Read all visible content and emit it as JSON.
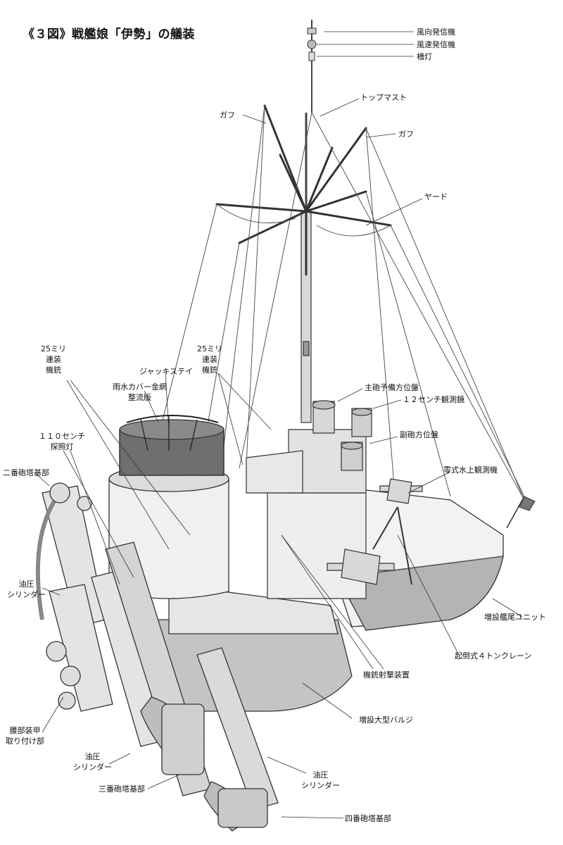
{
  "title": "《３図》戦艦娘「伊勢」の艤装",
  "labels": {
    "wind_direction": "風向発信機",
    "wind_speed": "風速発信機",
    "mast_light": "檣灯",
    "topmast": "トップマスト",
    "gaff_left": "ガフ",
    "gaff_right": "ガフ",
    "yard": "ヤード",
    "aa_25mm_left": "25ミリ\n連装\n機銃",
    "aa_25mm_right": "25ミリ\n連装\n機銃",
    "jack_stay": "ジャッキステイ",
    "rain_cover": "雨水カバー金網\n整流版",
    "main_director": "主砲予備方位盤",
    "rangefinder_12cm": "１２センチ観測鏡",
    "secondary_director": "副砲方位盤",
    "searchlight_110cm": "１１０センチ\n探照灯",
    "turret2_base": "二番砲塔基部",
    "floatplane": "零式水上観測機",
    "hydraulic_left": "油圧\nシリンダー",
    "stern_unit": "増設艦尾ユニット",
    "crane_4t": "起倒式４トンクレーン",
    "mg_shooting": "機銃射撃装置",
    "bulge": "増設大型バルジ",
    "waist_armor": "腰部装甲\n取り付け部",
    "hydraulic_bottom_left": "油圧\nシリンダー",
    "turret3_base": "三番砲塔基部",
    "hydraulic_bottom_right": "油圧\nシリンダー",
    "turret4_base": "四番砲塔基部"
  }
}
